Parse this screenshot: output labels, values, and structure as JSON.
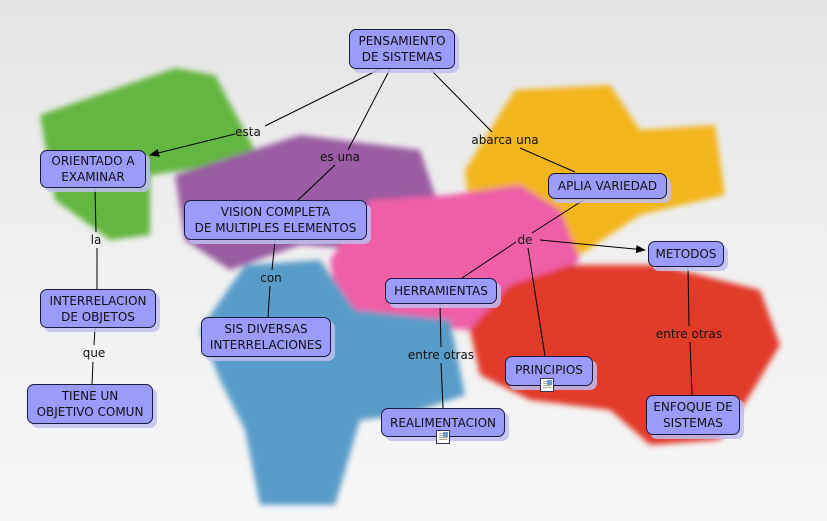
{
  "nodes": {
    "pensamiento": "PENSAMIENTO\nDE SISTEMAS",
    "orientado": "ORIENTADO A\nEXAMINAR",
    "vision": "VISION COMPLETA\nDE MULTIPLES ELEMENTOS",
    "aplia": "APLIA VARIEDAD",
    "metodos": "METODOS",
    "herramientas": "HERRAMIENTAS",
    "interrelacion": "INTERRELACION\nDE OBJETOS",
    "sis": "SIS DIVERSAS\nINTERRELACIONES",
    "tiene": "TIENE UN\nOBJETIVO COMUN",
    "principios": "PRINCIPIOS",
    "realimentacion": "REALIMENTACION",
    "enfoque": "ENFOQUE DE\nSISTEMAS"
  },
  "links": {
    "esta": "esta",
    "es_una": "es una",
    "abarca": "abarca una",
    "la": "la",
    "con": "con",
    "de": "de",
    "que": "que",
    "entre1": "entre otras",
    "entre2": "entre otras"
  },
  "colors": {
    "node": "#9b9bfb",
    "border": "#1a1a40"
  }
}
